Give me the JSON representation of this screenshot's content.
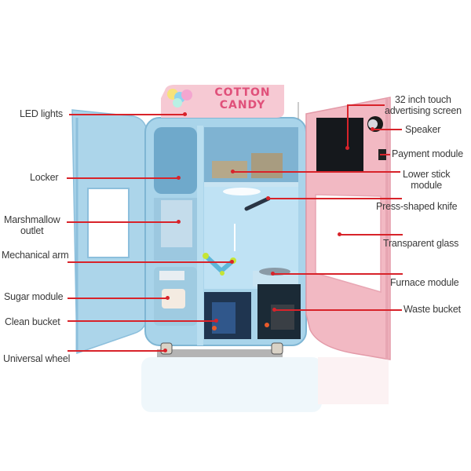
{
  "sign": {
    "line1": "COTTON",
    "line2": "CANDY"
  },
  "labels_left": [
    {
      "id": "led-lights",
      "text": "LED lights"
    },
    {
      "id": "locker",
      "text": "Locker"
    },
    {
      "id": "marshmallow-outlet",
      "text": "Marshmallow outlet",
      "line1": "Marshmallow",
      "line2": "outlet"
    },
    {
      "id": "mechanical-arm",
      "text": "Mechanical arm"
    },
    {
      "id": "sugar-module",
      "text": "Sugar module"
    },
    {
      "id": "clean-bucket",
      "text": "Clean bucket"
    },
    {
      "id": "universal-wheel",
      "text": "Universal wheel"
    }
  ],
  "labels_right": [
    {
      "id": "touch-screen",
      "text": "32 inch touch advertising screen",
      "line1": "32 inch touch",
      "line2": "advertising screen"
    },
    {
      "id": "speaker",
      "text": "Speaker"
    },
    {
      "id": "payment-module",
      "text": "Payment module"
    },
    {
      "id": "lower-stick-module",
      "text": "Lower stick module",
      "line1": "Lower stick",
      "line2": "module"
    },
    {
      "id": "press-shaped-knife",
      "text": "Press-shaped knife"
    },
    {
      "id": "transparent-glass",
      "text": "Transparent glass"
    },
    {
      "id": "furnace-module",
      "text": "Furnace module"
    },
    {
      "id": "waste-bucket",
      "text": "Waste bucket"
    }
  ],
  "colors": {
    "leader": "#d8232a",
    "cabinet_blue": "#a9d4ea",
    "cabinet_blue_dark": "#7fb6d4",
    "door_pink": "#f2b9c3",
    "sign_pink": "#f6c9d3",
    "sign_text": "#e0507a",
    "label_text": "#3a3a3a"
  }
}
